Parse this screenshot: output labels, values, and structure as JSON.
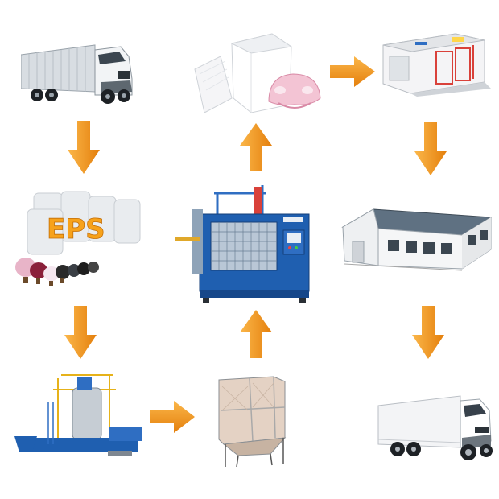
{
  "diagram": {
    "type": "process-flow",
    "nodes": [
      {
        "id": "truck-in",
        "icon": "delivery-truck-icon"
      },
      {
        "id": "eps-raw-material",
        "icon": "eps-beads-icon",
        "label": "EPS"
      },
      {
        "id": "pre-expander",
        "icon": "pre-expander-machine-icon"
      },
      {
        "id": "silo",
        "icon": "silo-icon"
      },
      {
        "id": "molding-machine",
        "icon": "shape-molding-machine-icon"
      },
      {
        "id": "foam-products",
        "icon": "foam-products-icon"
      },
      {
        "id": "spray-booth",
        "icon": "spray-booth-icon"
      },
      {
        "id": "warehouse",
        "icon": "warehouse-icon"
      },
      {
        "id": "truck-out",
        "icon": "delivery-truck-icon"
      }
    ],
    "flow": [
      [
        "truck-in",
        "eps-raw-material"
      ],
      [
        "eps-raw-material",
        "pre-expander"
      ],
      [
        "pre-expander",
        "silo"
      ],
      [
        "silo",
        "molding-machine"
      ],
      [
        "molding-machine",
        "foam-products"
      ],
      [
        "foam-products",
        "spray-booth"
      ],
      [
        "spray-booth",
        "warehouse"
      ],
      [
        "warehouse",
        "truck-out"
      ]
    ],
    "colors": {
      "arrow": "#f39a1e",
      "arrow_dark": "#d97a0a",
      "eps_text": "#f7a21b",
      "machine_blue": "#1f5fb0"
    }
  }
}
